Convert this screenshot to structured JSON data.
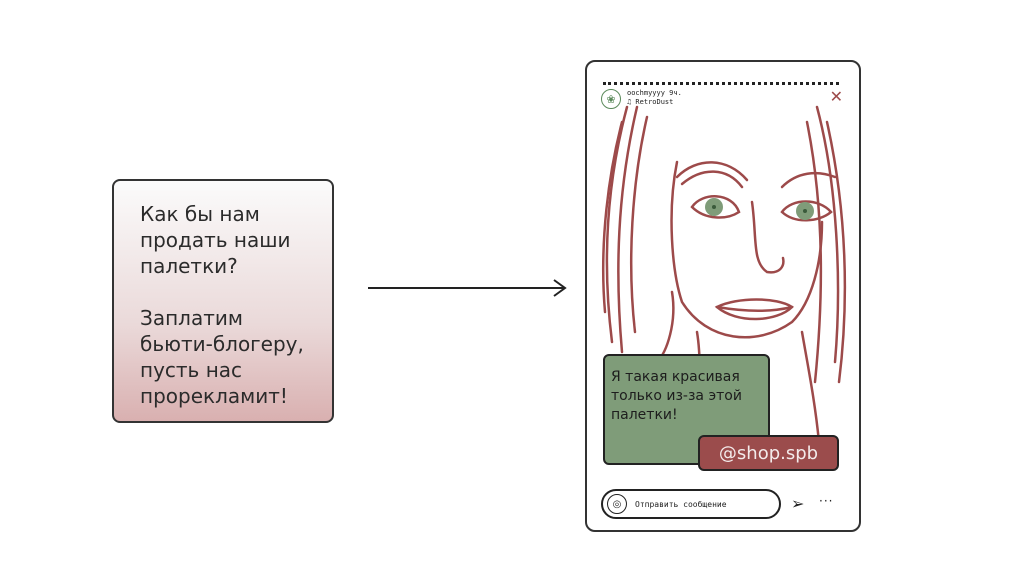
{
  "left_card": {
    "question": "Как бы нам продать наши палетки?",
    "answer": "Заплатим бьюти-блогеру, пусть нас прорекламит!"
  },
  "story": {
    "username": "oochmyyyy",
    "time": "9ч.",
    "music": "♫ RetroDust",
    "caption": "Я такая красивая только из-за этой палетки!",
    "tag": "@shop.spb",
    "reply_placeholder": "Отправить сообщение"
  },
  "colors": {
    "sketch": "#9d4a4a",
    "eye": "#7f9c79",
    "caption_bg": "#7f9c79",
    "tag_bg": "#9b4c4c"
  },
  "icons": [
    "avatar-icon",
    "close-icon",
    "camera-icon",
    "send-icon",
    "more-icon",
    "arrow-icon"
  ]
}
